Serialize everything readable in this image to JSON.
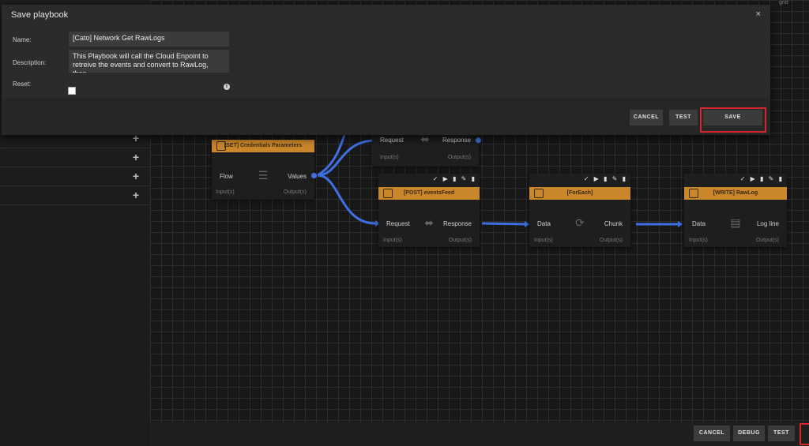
{
  "modal": {
    "title": "Save playbook",
    "close": "×",
    "name_label": "Name:",
    "name_value": "[Cato] Network Get RawLogs",
    "description_label": "Description:",
    "description_value": "This Playbook will call the Cloud Enpoint to retreive the events and convert to RawLog, then...",
    "reset_label": "Reset:",
    "info": "i",
    "cancel": "CANCEL",
    "test": "TEST",
    "save": "SAVE"
  },
  "sidebar": {
    "add_buttons": [
      "+",
      "+",
      "+",
      "+"
    ]
  },
  "topright": {
    "label": "grid"
  },
  "nodes": {
    "n1": {
      "title": "[SET] Credentials Parameters",
      "in_port": "Flow",
      "out_port": "Values",
      "inputs": "Input(s)",
      "outputs": "Output(s)"
    },
    "n0": {
      "in_port": "Request",
      "out_port": "Response",
      "inputs": "Input(s)",
      "outputs": "Output(s)"
    },
    "n2": {
      "title": "[POST] eventsFeed",
      "in_port": "Request",
      "out_port": "Response",
      "inputs": "Input(s)",
      "outputs": "Output(s)",
      "tools": "✓ ▶ ▮ ✎ ▮"
    },
    "n3": {
      "title": "[ForEach]",
      "in_port": "Data",
      "out_port": "Chunk",
      "inputs": "Input(s)",
      "outputs": "Output(s)",
      "tools": "✓ ▶ ▮ ✎ ▮"
    },
    "n4": {
      "title": "[WRITE] RawLog",
      "in_port": "Data",
      "out_port": "Log line",
      "inputs": "Input(s)",
      "outputs": "Output(s)",
      "tools": "✓ ▶ ▮ ✎ ▮"
    }
  },
  "footer": {
    "cancel": "CANCEL",
    "debug": "DEBUG",
    "test": "TEST"
  },
  "colors": {
    "node_header": "#c9862a",
    "wire": "#3f6fe0",
    "highlight": "#d8252b"
  }
}
